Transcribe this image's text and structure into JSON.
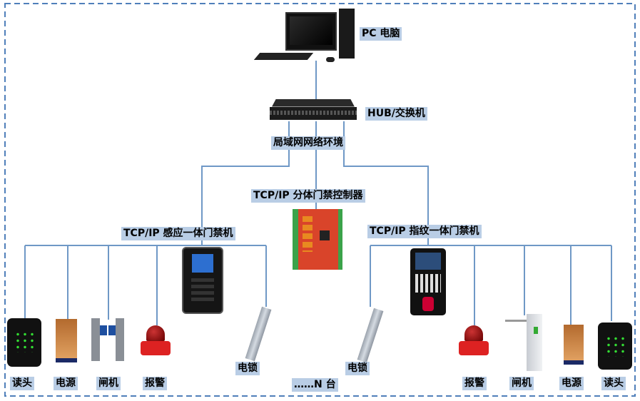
{
  "colors": {
    "wire": "#6f98c6",
    "border": "#4f7fba",
    "label_bg": "#b9cde5"
  },
  "pc": {
    "label": "PC 电脑",
    "icon": "desktop-computer-icon"
  },
  "switch": {
    "label": "HUB/交换机",
    "icon": "network-switch-icon"
  },
  "lan": {
    "label": "局域网网络环境"
  },
  "controller": {
    "label": "TCP/IP 分体门禁控制器",
    "icon": "circuit-board-icon"
  },
  "left_group": {
    "label": "TCP/IP 感应一体门禁机",
    "devices": [
      "读头",
      "电源",
      "闸机",
      "报警"
    ],
    "lock": "电锁"
  },
  "right_group": {
    "label": "TCP/IP 指纹一体门禁机",
    "devices": [
      "报警",
      "闸机",
      "电源",
      "读头"
    ],
    "lock": "电锁"
  },
  "more": {
    "label": "……N 台"
  }
}
